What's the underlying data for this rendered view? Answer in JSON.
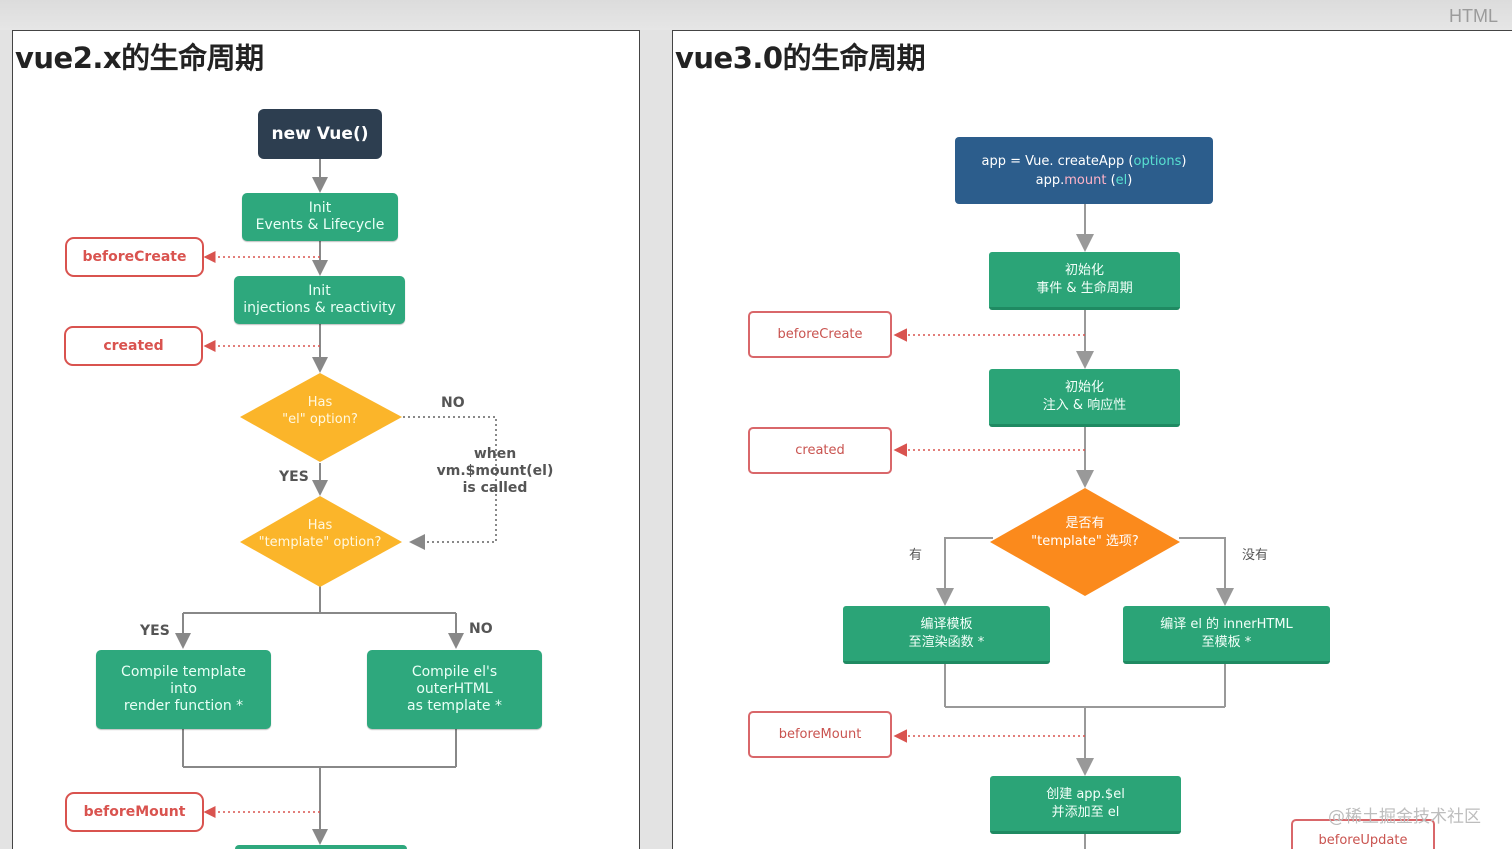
{
  "topbar": {
    "label": "HTML"
  },
  "left": {
    "title": "vue2.x的生命周期",
    "start": "new Vue()",
    "init_events": [
      "Init",
      "Events & Lifecycle"
    ],
    "init_injections": [
      "Init",
      "injections & reactivity"
    ],
    "hook_before_create": "beforeCreate",
    "hook_created": "created",
    "diamond_el": [
      "Has",
      "\"el\" option?"
    ],
    "diamond_template": [
      "Has",
      "\"template\" option?"
    ],
    "label_no_1": "NO",
    "label_yes_1": "YES",
    "note_mount": [
      "when",
      "vm.$mount(el)",
      "is called"
    ],
    "label_yes_2": "YES",
    "label_no_2": "NO",
    "compile_template": [
      "Compile template",
      "into",
      "render function *"
    ],
    "compile_el": [
      "Compile el's",
      "outerHTML",
      "as template *"
    ],
    "hook_before_mount": "beforeMount"
  },
  "right": {
    "title": "vue3.0的生命周期",
    "start_line1_parts": [
      "app = Vue. createApp (",
      "options",
      ")"
    ],
    "start_line2_parts": [
      "app.",
      "mount",
      " (",
      "el",
      ")"
    ],
    "init_events": [
      "初始化",
      "事件 & 生命周期"
    ],
    "init_injections": [
      "初始化",
      "注入 & 响应性"
    ],
    "hook_before_create": "beforeCreate",
    "hook_created": "created",
    "diamond_template": [
      "是否有",
      "\"template\" 选项?"
    ],
    "label_yes": "有",
    "label_no": "没有",
    "compile_template": [
      "编译模板",
      "至渲染函数 *"
    ],
    "compile_el": [
      "编译 el 的 innerHTML",
      "至模板 *"
    ],
    "hook_before_mount": "beforeMount",
    "create_el": [
      "创建 app.$el",
      "并添加至 el"
    ],
    "hook_before_update": "beforeUpdate"
  },
  "watermark": "@稀土掘金技术社区",
  "colors": {
    "green": "#2ea87d",
    "dark_navy": "#2d3e50",
    "blue": "#2c5d8c",
    "hook_red": "#d9534f",
    "diamond_yellow": "#fbb52a",
    "diamond_orange": "#fb8a1c"
  }
}
